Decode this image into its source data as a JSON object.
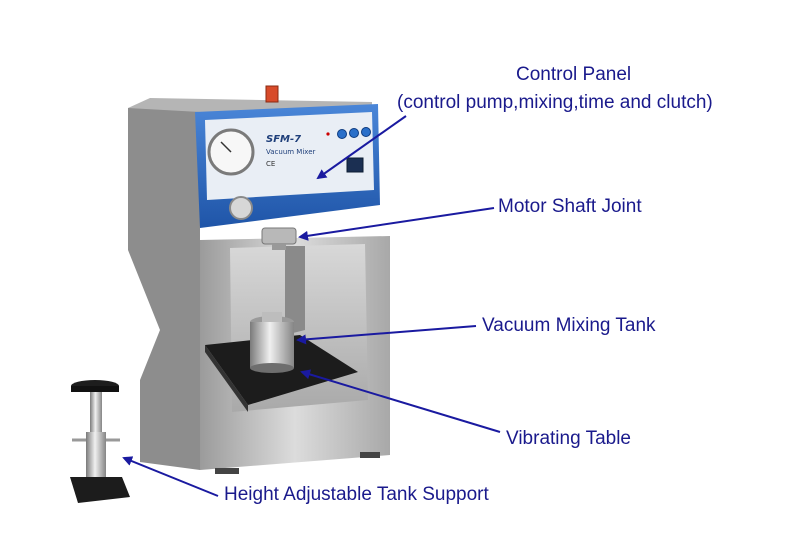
{
  "labels": {
    "control_panel_title": "Control Panel",
    "control_panel_subtitle": "(control pump,mixing,time and clutch)",
    "motor_shaft_joint": "Motor Shaft Joint",
    "vacuum_mixing_tank": "Vacuum Mixing Tank",
    "vibrating_table": "Vibrating Table",
    "height_support": "Height Adjustable Tank Support"
  },
  "machine": {
    "model": "SFM-7",
    "name": "Vacuum Mixer",
    "mark": "CE"
  },
  "colors": {
    "label_text": "#1a1a8c",
    "arrow": "#1a1aa0",
    "panel_blue": "#2f6fc4",
    "steel": "#c9c9c9",
    "pad": "#1c1c1c"
  }
}
